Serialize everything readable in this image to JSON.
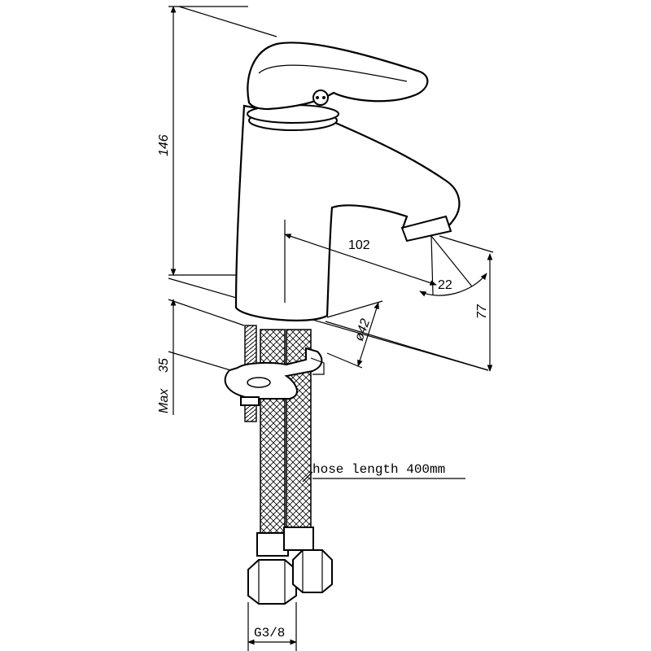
{
  "dimensions": {
    "height_total": "146",
    "spout_reach": "102",
    "angle": "22",
    "spout_height": "77",
    "diameter": "ø42",
    "max_label": "Max",
    "max_value": "35",
    "thread": "G3/8"
  },
  "labels": {
    "hose": "hose length 400mm"
  }
}
